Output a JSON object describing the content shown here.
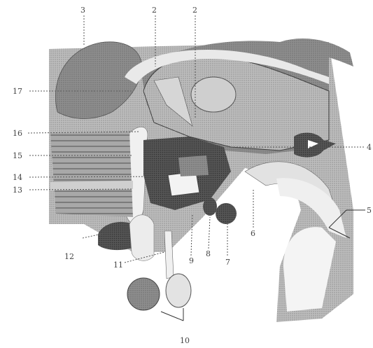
{
  "labels": [
    "3",
    "2",
    "2",
    "17",
    "16",
    "15",
    "14",
    "13",
    "12",
    "11",
    "10",
    "9",
    "8",
    "7",
    "6",
    "5",
    "4"
  ]
}
